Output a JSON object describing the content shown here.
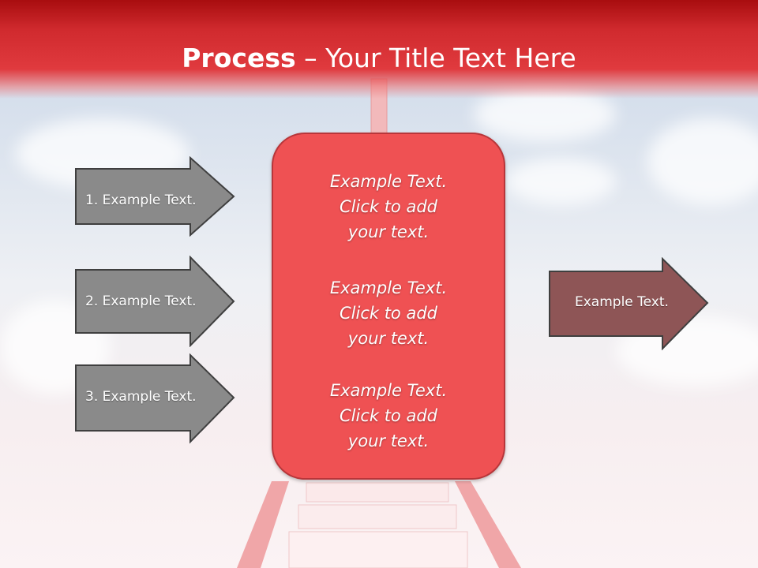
{
  "slide": {
    "title_bold": "Process",
    "title_sep": " – ",
    "title_rest": "Your Title Text Here"
  },
  "left_arrows": [
    {
      "label": "1. Example Text."
    },
    {
      "label": "2. Example Text."
    },
    {
      "label": "3. Example Text."
    }
  ],
  "center_box": {
    "items": [
      {
        "line1": "Example Text.",
        "line2": "Click  to add",
        "line3": "your text."
      },
      {
        "line1": "Example Text.",
        "line2": "Click  to add",
        "line3": "your text."
      },
      {
        "line1": "Example Text.",
        "line2": "Click  to add",
        "line3": "your text."
      }
    ]
  },
  "right_arrow": {
    "label": "Example Text."
  },
  "colors": {
    "header_red": "#d02a2e",
    "box_red": "#ef5153",
    "arrow_gray": "#8a8a8a",
    "arrow_brown": "#8e5556"
  }
}
